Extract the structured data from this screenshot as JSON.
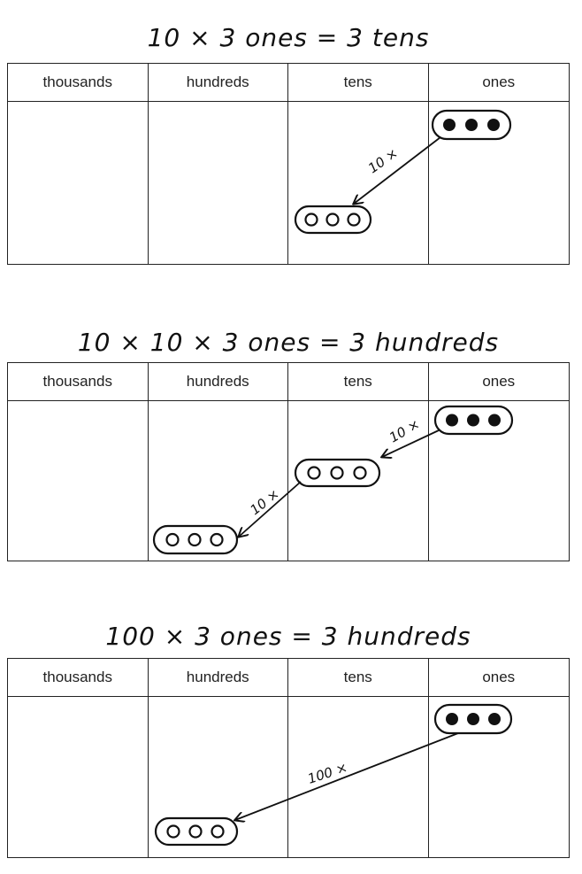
{
  "panels": [
    {
      "title": "10 × 3 ones = 3 tens",
      "headers": [
        "thousands",
        "hundreds",
        "tens",
        "ones"
      ],
      "arrow_labels": [
        "10 ×"
      ]
    },
    {
      "title": "10 × 10 × 3 ones = 3 hundreds",
      "headers": [
        "thousands",
        "hundreds",
        "tens",
        "ones"
      ],
      "arrow_labels": [
        "10 ×",
        "10 ×"
      ]
    },
    {
      "title": "100 × 3 ones = 3 hundreds",
      "headers": [
        "thousands",
        "hundreds",
        "tens",
        "ones"
      ],
      "arrow_labels": [
        "100 ×"
      ]
    }
  ]
}
